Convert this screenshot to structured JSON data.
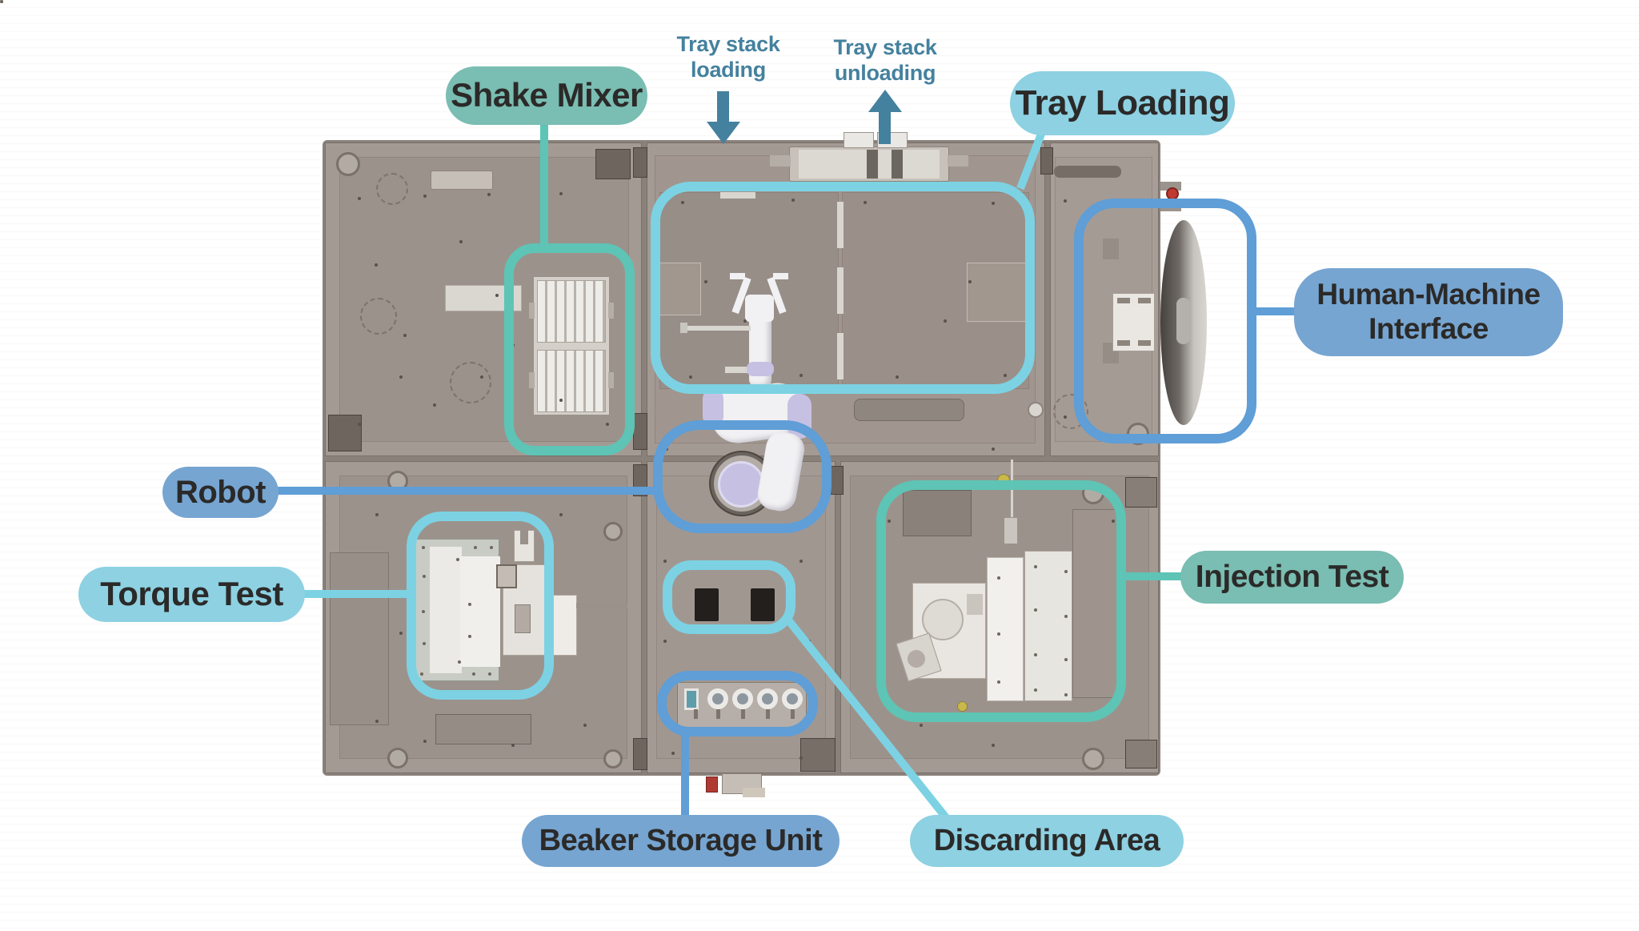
{
  "callouts": {
    "shake_mixer": {
      "label": "Shake Mixer",
      "scheme": "teal"
    },
    "tray_loading": {
      "label": "Tray Loading",
      "scheme": "cyan"
    },
    "hmi": {
      "label_line1": "Human-Machine",
      "label_line2": "Interface",
      "scheme": "blue"
    },
    "robot": {
      "label": "Robot",
      "scheme": "blue"
    },
    "torque_test": {
      "label": "Torque Test",
      "scheme": "cyan"
    },
    "injection_test": {
      "label": "Injection Test",
      "scheme": "teal"
    },
    "beaker_storage": {
      "label": "Beaker Storage Unit",
      "scheme": "blue"
    },
    "discarding_area": {
      "label": "Discarding Area",
      "scheme": "cyan"
    }
  },
  "flow_arrows": {
    "loading": {
      "line1": "Tray stack",
      "line2": "loading",
      "direction": "down"
    },
    "unloading": {
      "line1": "Tray stack",
      "line2": "unloading",
      "direction": "up"
    }
  },
  "colors": {
    "teal_fill": "#7abdb2",
    "teal_stroke": "#5ec4b5",
    "cyan_fill": "#8dd1e2",
    "cyan_stroke": "#7cd2e3",
    "blue_fill": "#76a5d1",
    "blue_stroke": "#5f9ed6",
    "label_text": "#2b2a29",
    "flow_arrow": "#44819e",
    "machine_body": "#a49a94"
  }
}
